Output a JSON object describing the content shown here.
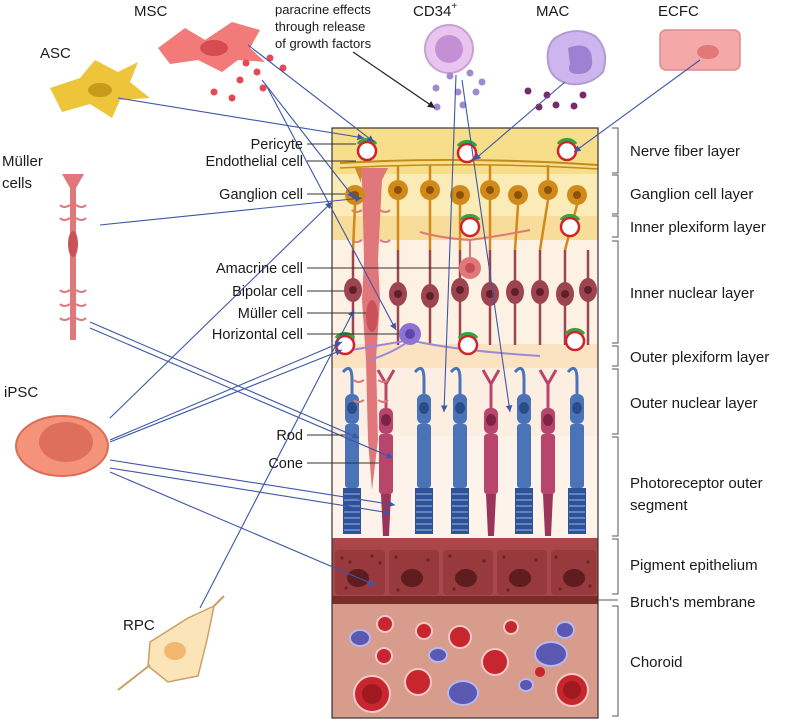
{
  "colors": {
    "nerve_fiber": "#f6de8a",
    "ganglion": "#fbebb6",
    "nuclear": "#fdeee0",
    "pigment": "#a8464a",
    "bruch": "#7a2c28",
    "choroid": "#d79c8c",
    "rod": "#4a73b8",
    "cone": "#b8456b",
    "arrow": "#3d57a8"
  },
  "sources": {
    "msc": "MSC",
    "asc": "ASC",
    "muller_line1": "Müller",
    "muller_line2": "cells",
    "ipsc": "iPSC",
    "rpc": "RPC",
    "cd34_base": "CD34",
    "cd34_sup": "+",
    "mac": "MAC",
    "ecfc": "ECFC"
  },
  "annotation": {
    "line1": "paracrine effects",
    "line2": "through release",
    "line3": "of growth factors"
  },
  "cell_labels": {
    "pericyte": "Pericyte",
    "endothelial": "Endothelial cell",
    "ganglion": "Ganglion cell",
    "amacrine": "Amacrine cell",
    "bipolar": "Bipolar cell",
    "muller": "Müller cell",
    "horizontal": "Horizontal cell",
    "rod": "Rod",
    "cone": "Cone"
  },
  "layers": {
    "nerve_fiber": "Nerve fiber layer",
    "ganglion_cell": "Ganglion cell layer",
    "inner_plexiform": "Inner plexiform layer",
    "inner_nuclear": "Inner nuclear layer",
    "outer_plexiform": "Outer plexiform layer",
    "outer_nuclear": "Outer nuclear layer",
    "photoreceptor_line1": "Photoreceptor outer",
    "photoreceptor_line2": "segment",
    "pigment": "Pigment epithelium",
    "bruch": "Bruch's membrane",
    "choroid": "Choroid"
  }
}
